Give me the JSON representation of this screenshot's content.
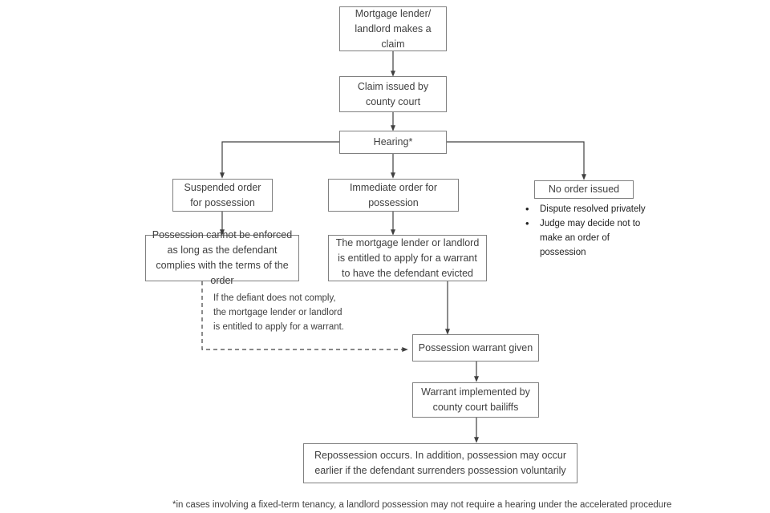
{
  "diagram": {
    "title": "Mortgage and landlord possession claim process flowchart",
    "nodes": {
      "claim_made": "Mortgage lender/ landlord makes a claim",
      "claim_issued": "Claim issued by county court",
      "hearing": "Hearing*",
      "suspended_order": "Suspended order for possession",
      "immediate_order": "Immediate order for possession",
      "no_order": "No order issued",
      "suspended_detail": "Possession cannot be enforced as long as the defendant complies with the terms of the order",
      "immediate_detail": "The mortgage lender or landlord is entitled to apply for a warrant to have the defendant evicted",
      "warrant_given": "Possession warrant given",
      "warrant_implemented": "Warrant implemented by county court bailiffs",
      "repossession": "Repossession occurs. In addition, possession may occur earlier if the defendant surrenders possession voluntarily"
    },
    "notes": {
      "non_compliance": "If the defiant does not comply, the mortgage lender or landlord is entitled to apply for a warrant."
    },
    "bullets": [
      "Dispute resolved privately",
      "Judge may decide not to make an order of possession"
    ],
    "footnote": "*in cases involving a fixed-term tenancy, a landlord possession may not require a hearing under the accelerated procedure",
    "colors": {
      "border": "#808080",
      "text": "#404040",
      "connector": "#404040",
      "background": "#ffffff"
    }
  }
}
